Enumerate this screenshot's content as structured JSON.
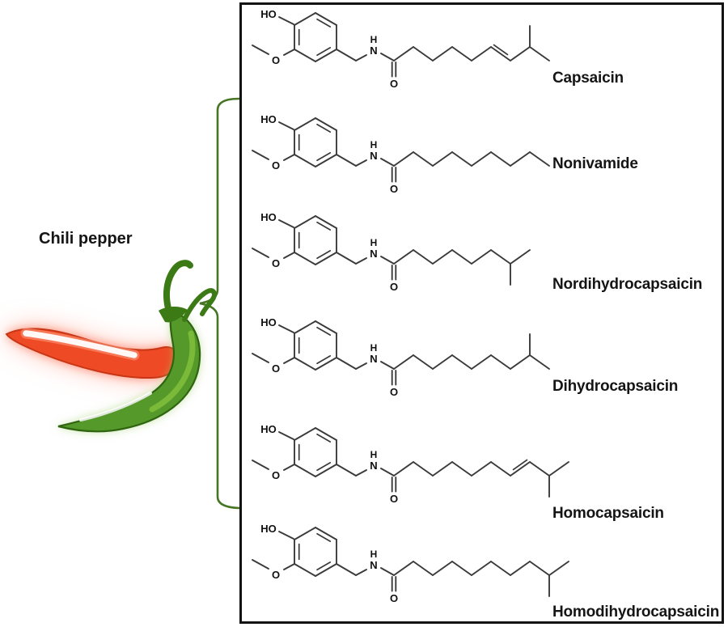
{
  "left_label": "Chili pepper",
  "molecules": [
    {
      "name": "Capsaicin",
      "tail": {
        "bonds": 7,
        "double_bond_at": 6,
        "isopropyl": true
      }
    },
    {
      "name": "Nonivamide",
      "tail": {
        "bonds": 8,
        "double_bond_at": null,
        "isopropyl": false
      }
    },
    {
      "name": "Nordihydrocapsaicin",
      "tail": {
        "bonds": 6,
        "double_bond_at": null,
        "isopropyl": true
      }
    },
    {
      "name": "Dihydrocapsaicin",
      "tail": {
        "bonds": 7,
        "double_bond_at": null,
        "isopropyl": true
      }
    },
    {
      "name": "Homocapsaicin",
      "tail": {
        "bonds": 8,
        "double_bond_at": 7,
        "isopropyl": true
      }
    },
    {
      "name": "Homodihydrocapsaicin",
      "tail": {
        "bonds": 8,
        "double_bond_at": null,
        "isopropyl": true
      }
    }
  ],
  "atoms": {
    "hydroxyl": "HO",
    "methoxy": "O",
    "amide_n": "N",
    "amide_h": "H",
    "carbonyl_o": "O"
  },
  "colors": {
    "bond": "#3a3a3a",
    "atom": "#101010",
    "label": "#151515",
    "box_border": "#131313",
    "bracket": "#467524",
    "pepper_red": "#ef4a26",
    "pepper_red_outline": "#c83715",
    "pepper_green": "#55992a",
    "pepper_green_outline": "#2f6410",
    "green_highlight": "#8cc63f",
    "stem": "#3c7a16"
  }
}
